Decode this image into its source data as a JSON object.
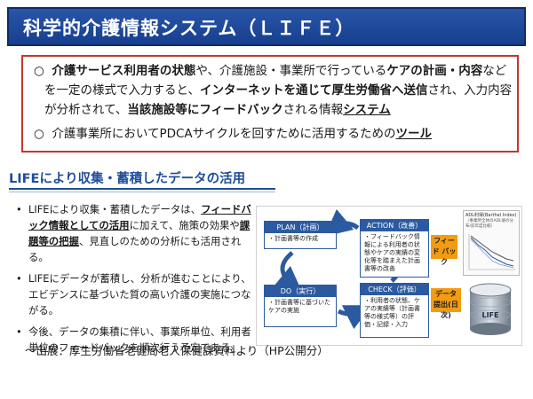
{
  "title": "科学的介護情報システム（ＬＩＦＥ）",
  "box": {
    "line1_prefix": "○",
    "line1_bold1": "介護サービス利用者の状態",
    "line1_rest": "や、介護施設・事業所で行っている",
    "line1_bold2": "ケアの計画・内容",
    "line1_end": "など",
    "line2_a": "を一定の様式で入力すると、",
    "line2_bold": "インターネットを通じて厚生労働省へ送信",
    "line2_b": "され、入力内容",
    "line3_a": "が分析されて、",
    "line3_bold": "当該施設等にフィードバック",
    "line3_b": "される情報",
    "line3_under": "システム",
    "line4_prefix": "○",
    "line4_a": "介護事業所においてPDCAサイクルを回すために活用するための",
    "line4_under": "ツール"
  },
  "section": {
    "heading": "LIFEにより収集・蓄積したデータの活用"
  },
  "bullets": {
    "b1_a": "LIFEにより収集・蓄積したデータは、",
    "b1_u1": "フィードバック情報としての活用",
    "b1_b": "に加えて、施策の効果や",
    "b1_u2": "課題等の把握",
    "b1_c": "、見直しのための分析にも活用される。",
    "b2": "LIFEにデータが蓄積し、分析が進むことにより、エビデンスに基づいた質の高い介護の実施につながる。",
    "b3": "今後、データの集積に伴い、事業所単位、利用者単位のフィードバックを順次行う予定である。"
  },
  "source": "～出展：厚生労働省老健局老人保健課資料より（HP公開分）",
  "figure": {
    "plan_header": "PLAN（計画）",
    "plan_text": "・計画書等の作成",
    "do_header": "DO（実行）",
    "do_text": "・計画書等に基づいたケアの実施",
    "check_header": "CHECK（評価）",
    "check_text": "・利用者の状態、ケアの実績等（計画書等の様式等）の評価・記録・入力",
    "action_header": "ACTION（改善）",
    "action_text": "・フィードバック情報による利用者の状態やケアの実績の変化等を踏まえた計画書等の改善",
    "feedback_label": "フィード バック",
    "data_label": "データ 提出(日次)",
    "db_label": "LIFE",
    "chart_title": "ADL利得(Barthel Index)",
    "chart_subtitle": "（事業所全体のADL値の分布/前年度比較）"
  },
  "colors": {
    "title_bg": "#1f4e9a",
    "box_border": "#c0392b",
    "heading": "#1f4e9a",
    "accent": "#f39c12",
    "flow": "#2c5aa0"
  }
}
